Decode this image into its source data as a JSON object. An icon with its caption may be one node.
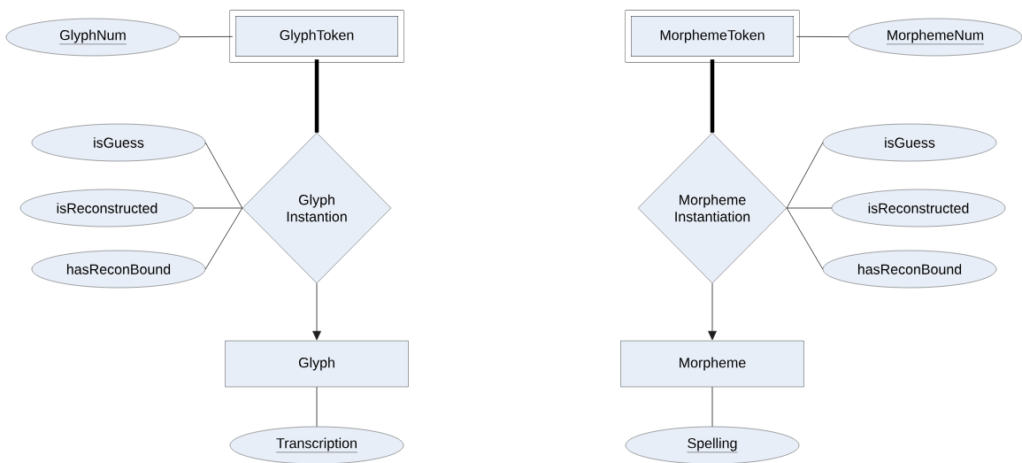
{
  "diagram": {
    "nodes": [
      {
        "text": [
          "GlyphNum"
        ]
      },
      {
        "text": [
          "GlyphToken"
        ]
      },
      {
        "text": [
          "Glyph Instantion"
        ]
      },
      {
        "text": [
          "isGuess"
        ]
      },
      {
        "text": [
          "isReconstructed"
        ]
      },
      {
        "text": [
          "hasReconBound"
        ]
      },
      {
        "text": [
          "Glyph"
        ]
      },
      {
        "text": [
          "Transcription"
        ]
      },
      {
        "text": [
          "MorphemeToken"
        ]
      },
      {
        "text": [
          "MorphemeNum"
        ]
      },
      {
        "text": [
          "Morpheme Instantiation"
        ]
      },
      {
        "text": [
          "isGuess"
        ]
      },
      {
        "text": [
          "isReconstructed"
        ]
      },
      {
        "text": [
          "hasReconBound"
        ]
      },
      {
        "text": [
          "Morpheme"
        ]
      },
      {
        "text": [
          "Spelling"
        ]
      }
    ],
    "edges": [
      {
        "from": 0,
        "to": 1,
        "arrow": "none"
      },
      {
        "from": 1,
        "to": 2,
        "arrow": "none",
        "style": "thick"
      },
      {
        "from": 3,
        "to": 2,
        "arrow": "none"
      },
      {
        "from": 4,
        "to": 2,
        "arrow": "none"
      },
      {
        "from": 5,
        "to": 2,
        "arrow": "none"
      },
      {
        "from": 2,
        "to": 6,
        "arrow": "to"
      },
      {
        "from": 6,
        "to": 7,
        "arrow": "none"
      },
      {
        "from": 8,
        "to": 9,
        "arrow": "none"
      },
      {
        "from": 8,
        "to": 10,
        "arrow": "none",
        "style": "thick"
      },
      {
        "from": 11,
        "to": 10,
        "arrow": "none"
      },
      {
        "from": 12,
        "to": 10,
        "arrow": "none"
      },
      {
        "from": 13,
        "to": 10,
        "arrow": "none"
      },
      {
        "from": 10,
        "to": 14,
        "arrow": "to"
      },
      {
        "from": 14,
        "to": 15,
        "arrow": "none"
      }
    ]
  }
}
